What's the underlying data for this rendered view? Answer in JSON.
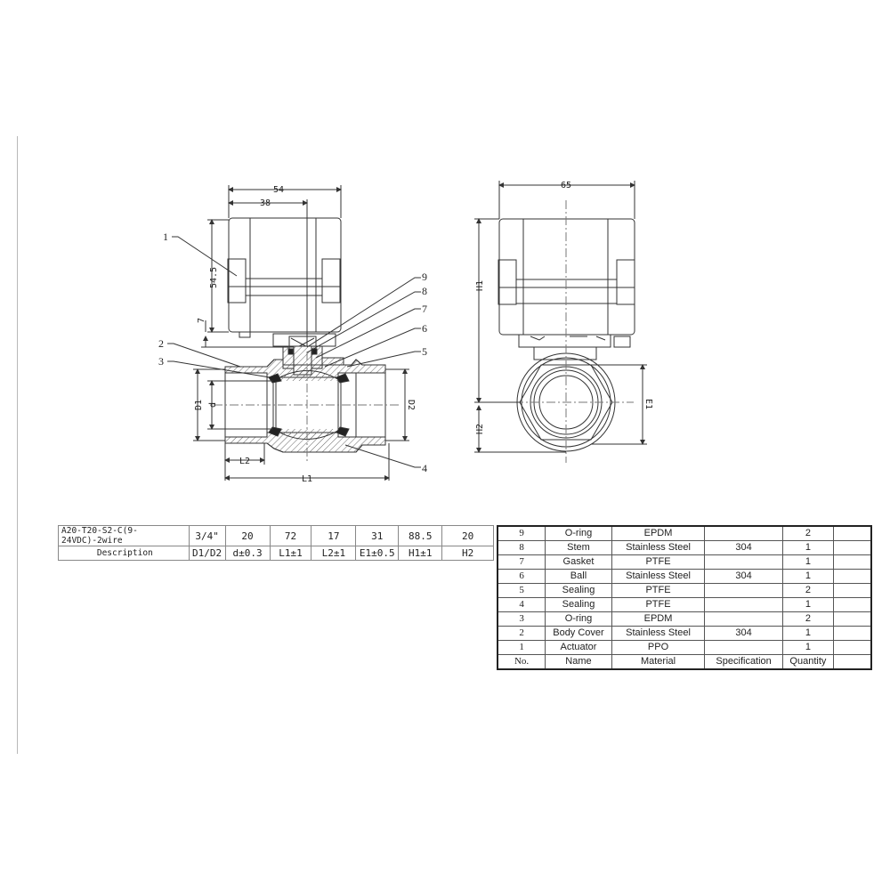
{
  "drawing": {
    "front_view": {
      "dimensions": {
        "actuator_width": "54",
        "actuator_half": "38",
        "actuator_height": "54.5",
        "base_height": "7",
        "D1": "D1",
        "d": "d",
        "D2": "D2",
        "L1": "L1",
        "L2": "L2"
      },
      "callouts": [
        "1",
        "2",
        "3",
        "4",
        "5",
        "6",
        "7",
        "8",
        "9"
      ]
    },
    "side_view": {
      "dimensions": {
        "overall_width": "65",
        "H1": "H1",
        "H2": "H2",
        "E1": "E1"
      }
    }
  },
  "spec_table": {
    "model": "A20-T20-S2-C(9-24VDC)-2wire",
    "values": [
      "3/4\"",
      "20",
      "72",
      "17",
      "31",
      "88.5",
      "20"
    ],
    "description_label": "Description",
    "headers": [
      "D1/D2",
      "d±0.3",
      "L1±1",
      "L2±1",
      "E1±0.5",
      "H1±1",
      "H2"
    ]
  },
  "bom_table": {
    "rows": [
      {
        "no": "9",
        "name": "O-ring",
        "material": "EPDM",
        "spec": "",
        "qty": "2"
      },
      {
        "no": "8",
        "name": "Stem",
        "material": "Stainless Steel",
        "spec": "304",
        "qty": "1"
      },
      {
        "no": "7",
        "name": "Gasket",
        "material": "PTFE",
        "spec": "",
        "qty": "1"
      },
      {
        "no": "6",
        "name": "Ball",
        "material": "Stainless Steel",
        "spec": "304",
        "qty": "1"
      },
      {
        "no": "5",
        "name": "Sealing",
        "material": "PTFE",
        "spec": "",
        "qty": "2"
      },
      {
        "no": "4",
        "name": "Sealing",
        "material": "PTFE",
        "spec": "",
        "qty": "1"
      },
      {
        "no": "3",
        "name": "O-ring",
        "material": "EPDM",
        "spec": "",
        "qty": "2"
      },
      {
        "no": "2",
        "name": "Body Cover",
        "material": "Stainless Steel",
        "spec": "304",
        "qty": "1"
      },
      {
        "no": "1",
        "name": "Actuator",
        "material": "PPO",
        "spec": "",
        "qty": "1"
      }
    ],
    "header": {
      "no": "No.",
      "name": "Name",
      "material": "Material",
      "spec": "Specification",
      "qty": "Quantity"
    }
  },
  "colors": {
    "line": "#333333",
    "frame": "#b8b8b8",
    "hatch": "#555555"
  }
}
